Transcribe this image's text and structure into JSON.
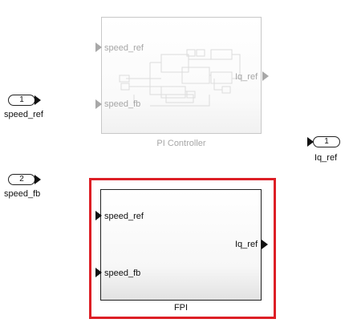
{
  "inports": [
    {
      "number": "1",
      "name": "speed_ref"
    },
    {
      "number": "2",
      "name": "speed_fb"
    }
  ],
  "outports": [
    {
      "number": "1",
      "name": "Iq_ref"
    }
  ],
  "pi_controller": {
    "title": "PI Controller",
    "inputs": [
      "speed_ref",
      "speed_fb"
    ],
    "output": "Iq_ref",
    "state": "commented-out"
  },
  "fpi": {
    "title": "FPI",
    "inputs": [
      "speed_ref",
      "speed_fb"
    ],
    "output": "Iq_ref",
    "state": "selected",
    "highlight_color": "#dd1f26"
  }
}
